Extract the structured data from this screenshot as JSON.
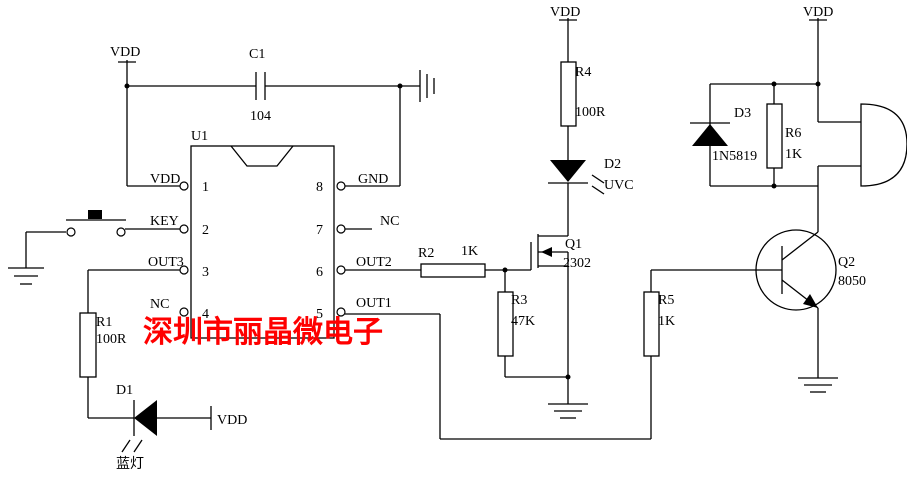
{
  "labels": {
    "vdd_top_left": "VDD",
    "c1_name": "C1",
    "c1_value": "104",
    "u1_name": "U1",
    "pin1_name": "VDD",
    "pin2_name": "KEY",
    "pin3_name": "OUT3",
    "pin4_name": "NC",
    "pin5_name": "OUT1",
    "pin6_name": "OUT2",
    "pin7_name": "NC",
    "pin8_name": "GND",
    "pin1_num": "1",
    "pin2_num": "2",
    "pin3_num": "3",
    "pin4_num": "4",
    "pin5_num": "5",
    "pin6_num": "6",
    "pin7_num": "7",
    "pin8_num": "8",
    "pin7_nc": "NC",
    "r1_name": "R1",
    "r1_value": "100R",
    "d1_name": "D1",
    "d1_label": "蓝灯",
    "d1_vdd": "VDD",
    "r2_name": "R2",
    "r2_value": "1K",
    "r3_name": "R3",
    "r3_value": "47K",
    "vdd_mid": "VDD",
    "r4_name": "R4",
    "r4_value": "100R",
    "d2_name": "D2",
    "d2_label": "UVC",
    "q1_name": "Q1",
    "q1_part": "2302",
    "r5_name": "R5",
    "r5_value": "1K",
    "vdd_right": "VDD",
    "d3_name": "D3",
    "d3_part": "1N5819",
    "r6_name": "R6",
    "r6_value": "1K",
    "q2_name": "Q2",
    "q2_part": "8050"
  },
  "watermark": "深圳市丽晶微电子",
  "colors": {
    "line": "#000000",
    "watermark": "#ff0000"
  }
}
